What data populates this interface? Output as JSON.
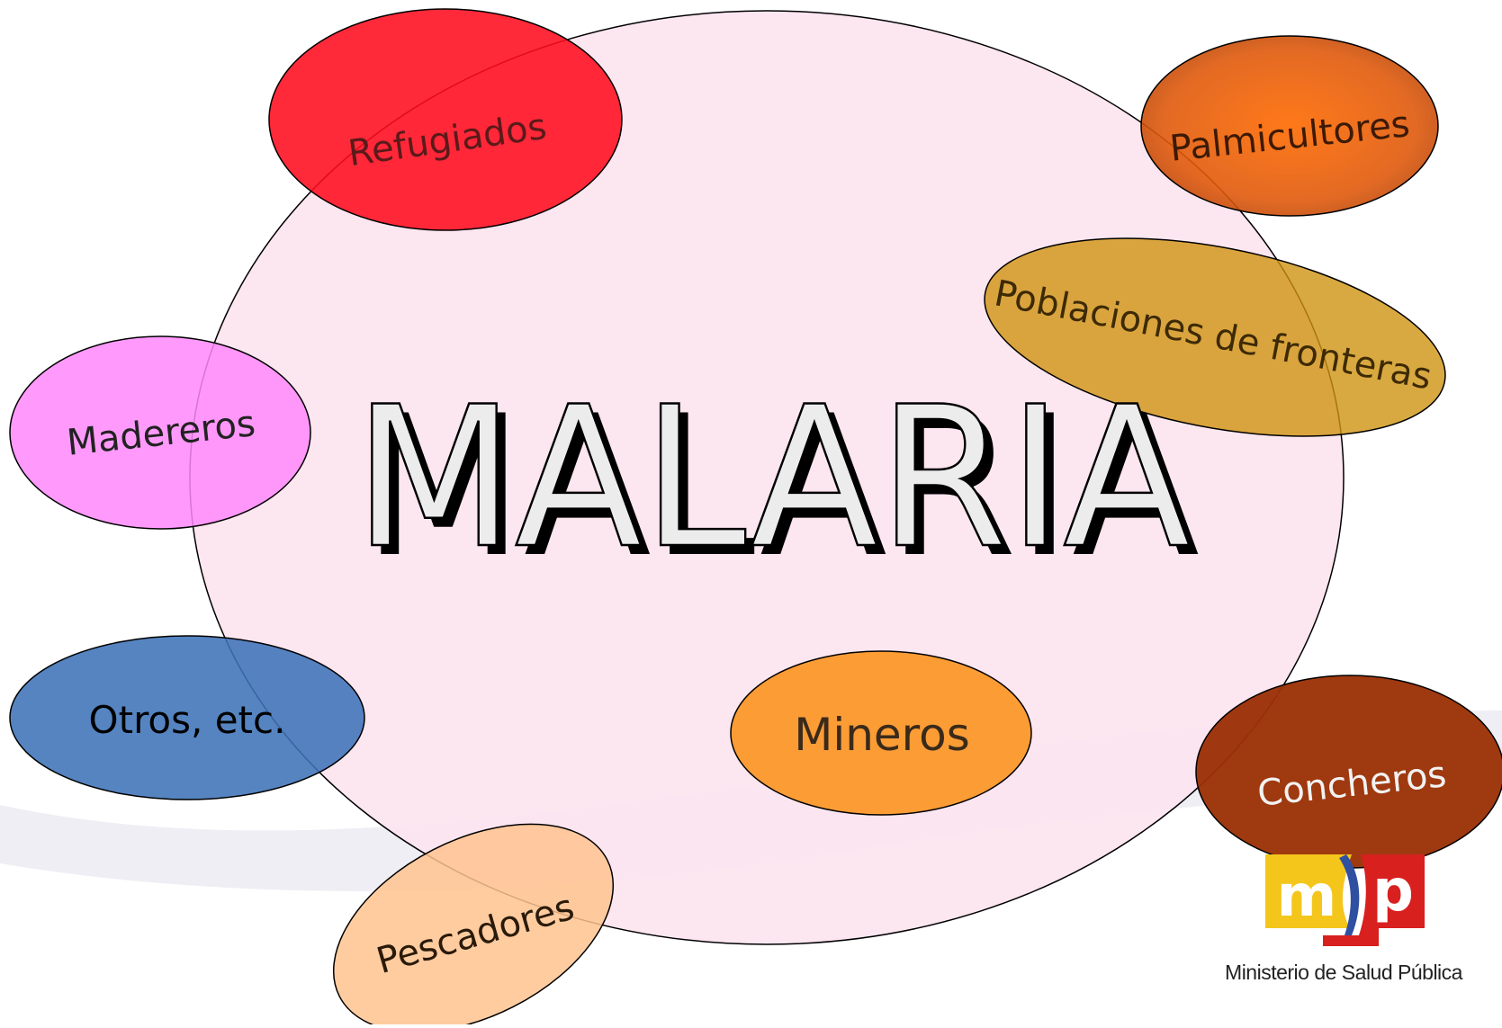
{
  "central": {
    "label": "MALARIA"
  },
  "groups": [
    {
      "id": "refugiados",
      "label": "Refugiados"
    },
    {
      "id": "palmicultores",
      "label": "Palmicultores"
    },
    {
      "id": "poblaciones",
      "label": "Poblaciones de fronteras"
    },
    {
      "id": "madereros",
      "label": "Madereros"
    },
    {
      "id": "otros",
      "label": "Otros, etc."
    },
    {
      "id": "mineros",
      "label": "Mineros"
    },
    {
      "id": "concheros",
      "label": "Concheros"
    },
    {
      "id": "pescadores",
      "label": "Pescadores"
    }
  ],
  "logo": {
    "letters": "m p",
    "caption": "Ministerio de Salud Pública"
  },
  "colors": {
    "central_fill": "#fce4ef",
    "refugiados": "#ff2a36",
    "palmicultores": "#e25a0c",
    "poblaciones": "#d99a37",
    "madereros": "#fe97fb",
    "otros": "#4f7fbd",
    "mineros": "#fb9c35",
    "concheros": "#a0390a",
    "pescadores": "#fdcb99",
    "logo_yellow": "#f4c61c",
    "logo_red": "#d8201f",
    "logo_blue": "#2f4fa1"
  }
}
